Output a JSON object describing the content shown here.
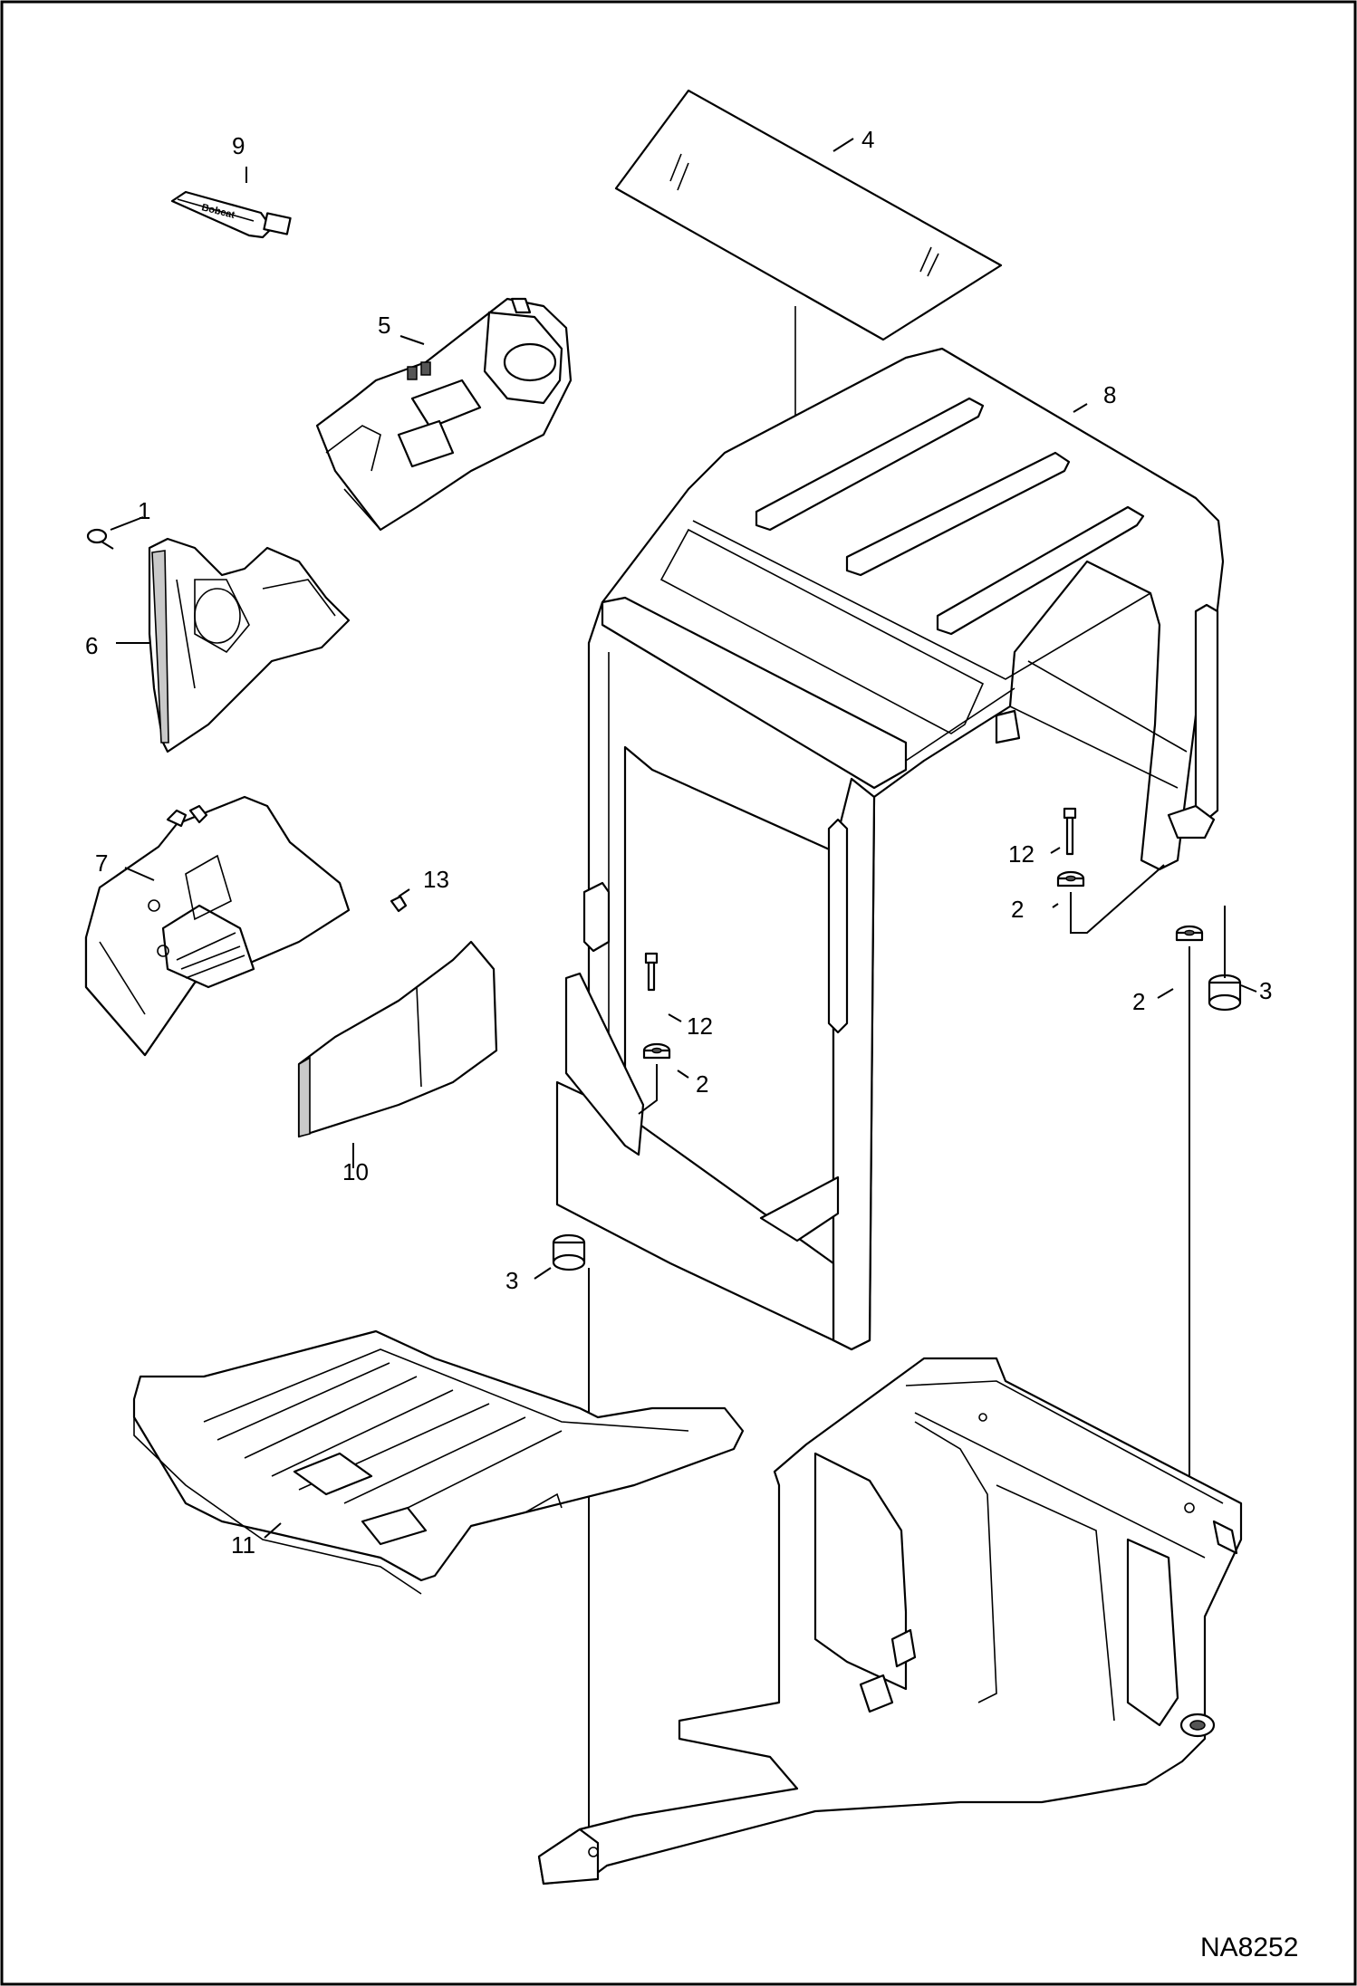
{
  "figure_id": "NA8252",
  "callouts": [
    {
      "id": "c1",
      "label": "1"
    },
    {
      "id": "c2a",
      "label": "2"
    },
    {
      "id": "c2b",
      "label": "2"
    },
    {
      "id": "c2c",
      "label": "2"
    },
    {
      "id": "c3a",
      "label": "3"
    },
    {
      "id": "c3b",
      "label": "3"
    },
    {
      "id": "c4",
      "label": "4"
    },
    {
      "id": "c5",
      "label": "5"
    },
    {
      "id": "c6",
      "label": "6"
    },
    {
      "id": "c7",
      "label": "7"
    },
    {
      "id": "c8",
      "label": "8"
    },
    {
      "id": "c9",
      "label": "9"
    },
    {
      "id": "c10",
      "label": "10"
    },
    {
      "id": "c11",
      "label": "11"
    },
    {
      "id": "c12a",
      "label": "12"
    },
    {
      "id": "c12b",
      "label": "12"
    },
    {
      "id": "c13",
      "label": "13"
    }
  ],
  "tube_label": "Bobcat"
}
